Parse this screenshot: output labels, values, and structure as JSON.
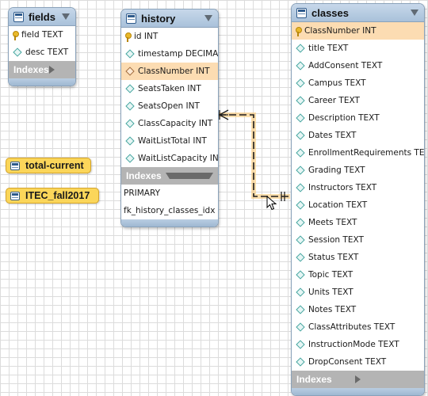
{
  "tables": {
    "fields": {
      "name": "fields",
      "columns": [
        {
          "label": "field TEXT",
          "icon": "primary-key-icon"
        },
        {
          "label": "desc TEXT",
          "icon": "column-diamond-icon"
        }
      ],
      "indexes_label": "Indexes"
    },
    "history": {
      "name": "history",
      "columns": [
        {
          "label": "id INT",
          "icon": "primary-key-icon"
        },
        {
          "label": "timestamp DECIMAL",
          "icon": "column-diamond-icon"
        },
        {
          "label": "ClassNumber INT",
          "icon": "foreign-key-diamond-icon",
          "highlighted": true
        },
        {
          "label": "SeatsTaken INT",
          "icon": "column-diamond-icon"
        },
        {
          "label": "SeatsOpen INT",
          "icon": "column-diamond-icon"
        },
        {
          "label": "ClassCapacity INT",
          "icon": "column-diamond-icon"
        },
        {
          "label": "WaitListTotal INT",
          "icon": "column-diamond-icon"
        },
        {
          "label": "WaitListCapacity INT",
          "icon": "column-diamond-icon"
        }
      ],
      "indexes_label": "Indexes",
      "indexes": [
        "PRIMARY",
        "fk_history_classes_idx"
      ]
    },
    "classes": {
      "name": "classes",
      "columns": [
        {
          "label": "ClassNumber INT",
          "icon": "primary-key-icon",
          "highlighted": true
        },
        {
          "label": "title TEXT",
          "icon": "column-diamond-icon"
        },
        {
          "label": "AddConsent TEXT",
          "icon": "column-diamond-icon"
        },
        {
          "label": "Campus TEXT",
          "icon": "column-diamond-icon"
        },
        {
          "label": "Career TEXT",
          "icon": "column-diamond-icon"
        },
        {
          "label": "Description TEXT",
          "icon": "column-diamond-icon"
        },
        {
          "label": "Dates TEXT",
          "icon": "column-diamond-icon"
        },
        {
          "label": "EnrollmentRequirements TEXT",
          "icon": "column-diamond-icon"
        },
        {
          "label": "Grading TEXT",
          "icon": "column-diamond-icon"
        },
        {
          "label": "Instructors TEXT",
          "icon": "column-diamond-icon"
        },
        {
          "label": "Location TEXT",
          "icon": "column-diamond-icon"
        },
        {
          "label": "Meets TEXT",
          "icon": "column-diamond-icon"
        },
        {
          "label": "Session TEXT",
          "icon": "column-diamond-icon"
        },
        {
          "label": "Status TEXT",
          "icon": "column-diamond-icon"
        },
        {
          "label": "Topic TEXT",
          "icon": "column-diamond-icon"
        },
        {
          "label": "Units TEXT",
          "icon": "column-diamond-icon"
        },
        {
          "label": "Notes TEXT",
          "icon": "column-diamond-icon"
        },
        {
          "label": "ClassAttributes TEXT",
          "icon": "column-diamond-icon"
        },
        {
          "label": "InstructionMode TEXT",
          "icon": "column-diamond-icon"
        },
        {
          "label": "DropConsent TEXT",
          "icon": "column-diamond-icon"
        }
      ],
      "indexes_label": "Indexes"
    }
  },
  "layers": [
    {
      "name": "total-current"
    },
    {
      "name": "ITEC_fall2017"
    }
  ],
  "colors": {
    "header_blue": "#a9c1da",
    "highlight_row": "#fcdcb2",
    "relationship_line": "#f0a01e",
    "layer_yellow": "#fbd65a",
    "indexes_gray": "#b4b4b4"
  }
}
